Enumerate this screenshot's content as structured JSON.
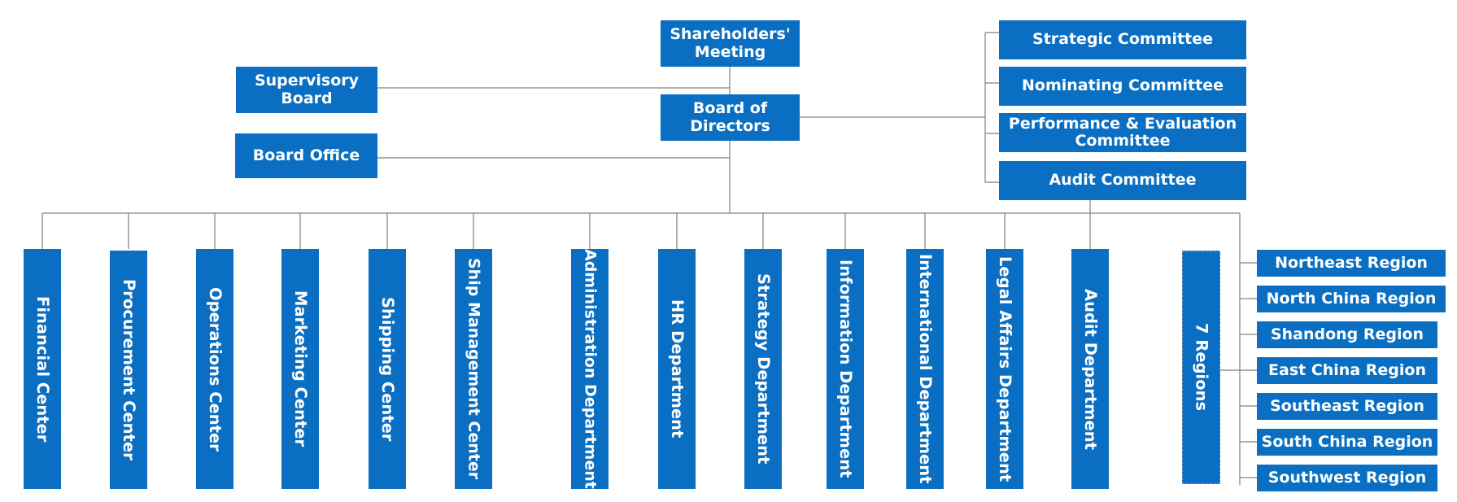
{
  "colors": {
    "box": "#0a6fc2",
    "line": "#808080",
    "text": "#ffffff"
  },
  "top": {
    "shareholders": "Shareholders' Meeting",
    "supervisory": "Supervisory Board",
    "board": "Board of Directors",
    "board_office": "Board Office"
  },
  "committees": [
    "Strategic Committee",
    "Nominating Committee",
    "Performance & Evaluation Committee",
    "Audit Committee"
  ],
  "departments": [
    "Financial Center",
    "Procurement Center",
    "Operations Center",
    "Marketing Center",
    "Shipping Center",
    "Ship Management Center",
    "Administration Department",
    "HR Department",
    "Strategy Department",
    "Information Department",
    "International Department",
    "Legal Affairs Department",
    "Audit Department"
  ],
  "regions_group": "7 Regions",
  "regions": [
    "Northeast Region",
    "North China Region",
    "Shandong Region",
    "East China Region",
    "Southeast Region",
    "South China Region",
    "Southwest Region"
  ]
}
